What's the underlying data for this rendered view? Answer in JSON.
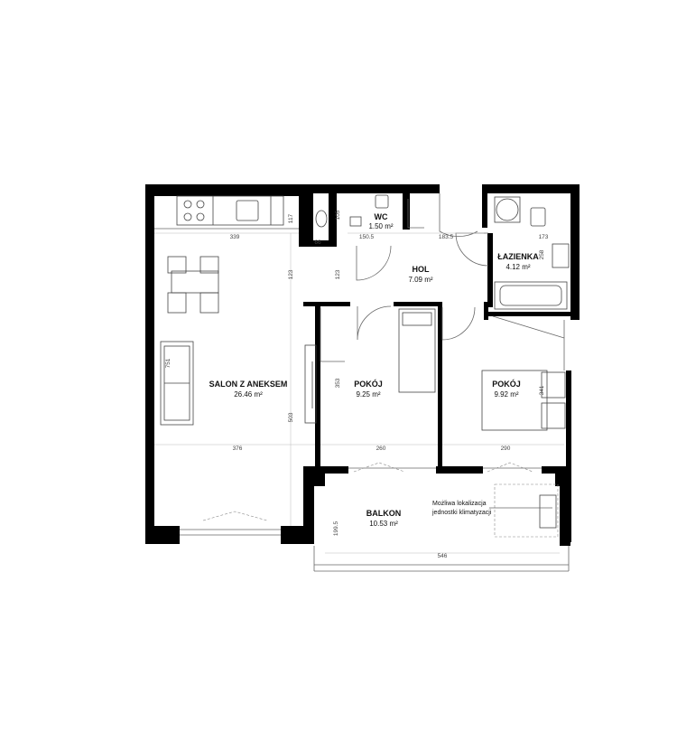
{
  "rooms": {
    "wc": {
      "name": "WC",
      "area": "1.50 m²"
    },
    "hol": {
      "name": "HOL",
      "area": "7.09 m²"
    },
    "lazienka": {
      "name": "ŁAZIENKA",
      "area": "4.12 m²"
    },
    "salon": {
      "name": "SALON Z ANEKSEM",
      "area": "26.46 m²"
    },
    "pokoj1": {
      "name": "POKÓJ",
      "area": "9.25 m²"
    },
    "pokoj2": {
      "name": "POKÓJ",
      "area": "9.92 m²"
    },
    "balkon": {
      "name": "BALKON",
      "area": "10.53 m²"
    }
  },
  "dimensions": {
    "d339": "339",
    "d1505": "150.5",
    "d1835": "183.5",
    "d173": "173",
    "d117": "117",
    "d66": "66",
    "d105": "105",
    "d123a": "123",
    "d123b": "123",
    "d258": "258",
    "d751": "751",
    "d503": "503",
    "d353": "353",
    "d341": "341",
    "d376": "376",
    "d260": "260",
    "d290": "290",
    "d1995": "199.5",
    "d546": "546"
  },
  "note": {
    "line1": "Możliwa lokalizacja",
    "line2": "jednostki klimatyzacji"
  }
}
